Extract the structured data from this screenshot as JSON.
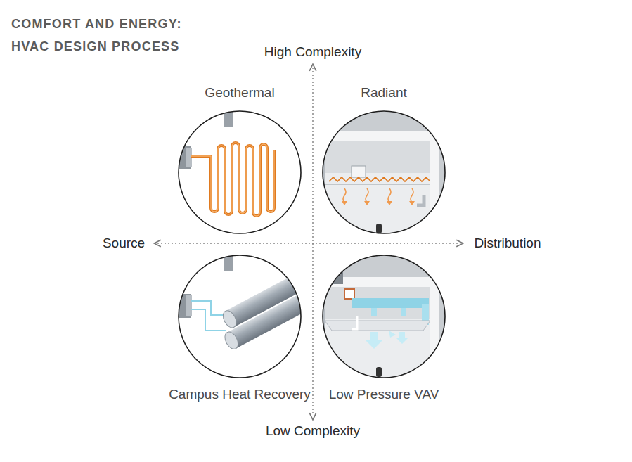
{
  "diagram": {
    "title": "COMFORT AND ENERGY: HVAC DESIGN PROCESS",
    "nodes": [
      {
        "text": [
          "Geothermal"
        ]
      },
      {
        "text": [
          "Radiant"
        ]
      },
      {
        "text": [
          "Campus Heat Recovery"
        ]
      },
      {
        "text": [
          "Low Pressure VAV"
        ]
      }
    ],
    "labels": [
      "High Complexity",
      "Source",
      "Distribution",
      "Low Complexity"
    ]
  }
}
